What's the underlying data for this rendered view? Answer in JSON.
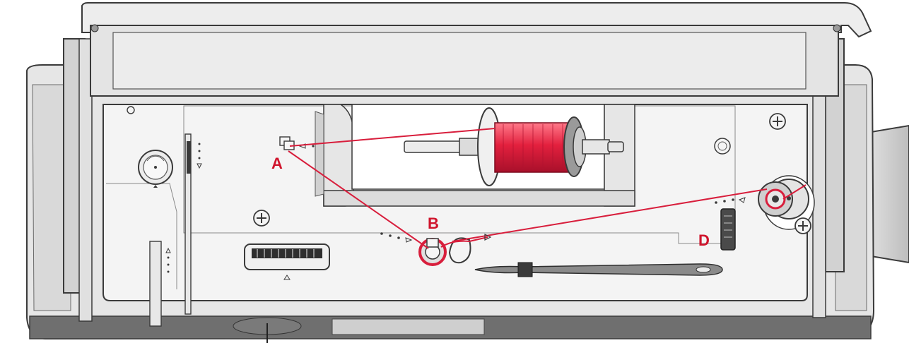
{
  "callouts": {
    "a": "A",
    "b": "B",
    "d": "D"
  },
  "colors": {
    "thread": "#d81e3c",
    "callout_text": "#d0142c",
    "body_light": "#f2f2f2",
    "body_mid": "#e2e2e2",
    "body_dark": "#c9c9c9",
    "outline": "#3a3a3a",
    "bottom_strip": "#6f6f6f"
  },
  "icons": [
    "spool-pin-icon",
    "thread-spool-icon",
    "thread-guide-a-icon",
    "pretension-disc-b-icon",
    "bobbin-winder-icon",
    "thread-cutter-d-icon",
    "tension-dial-icon",
    "screw-icon",
    "stylus-tool-icon",
    "handwheel-icon"
  ]
}
